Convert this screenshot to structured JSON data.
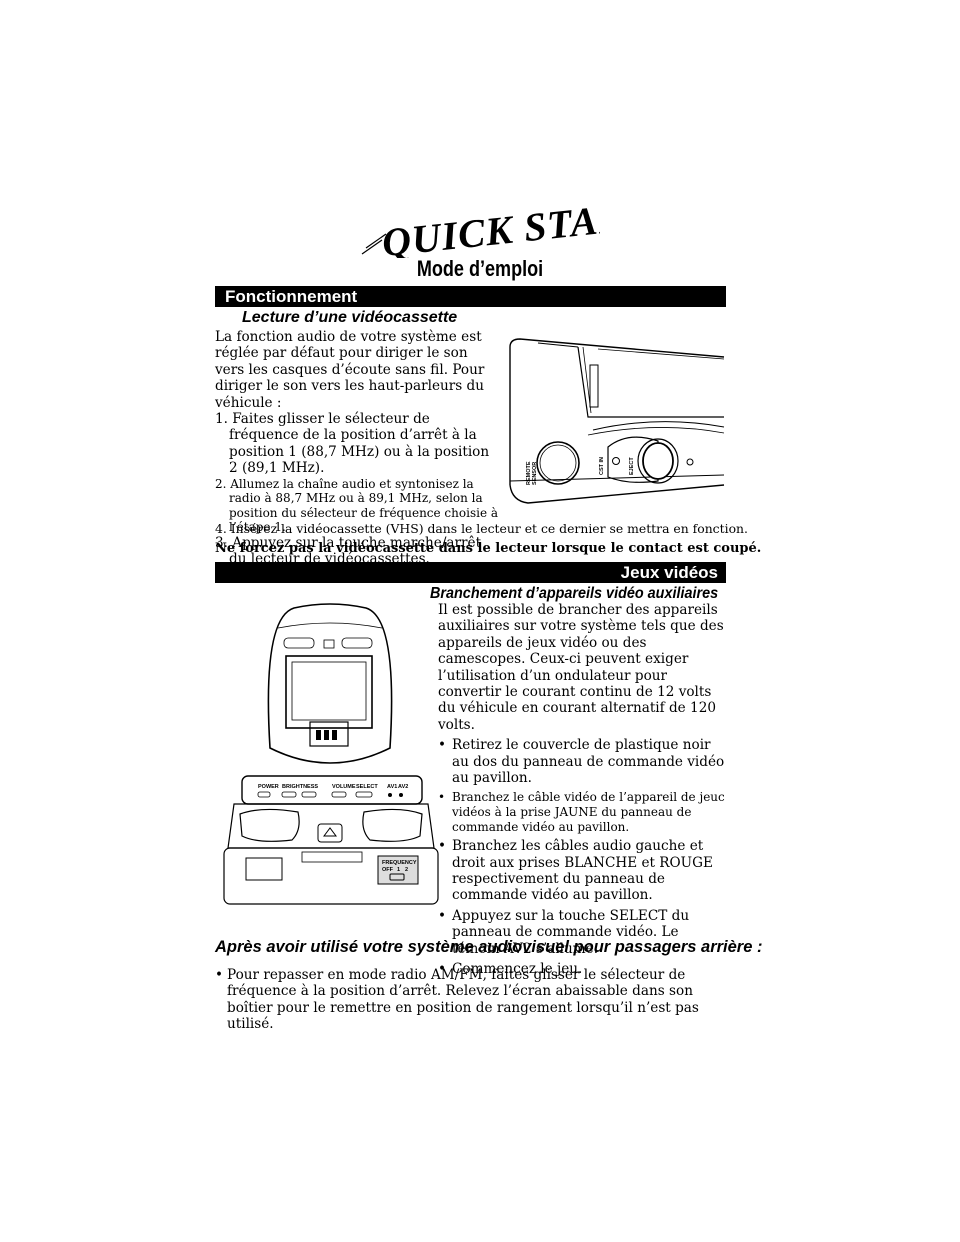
{
  "header": {
    "logo_text": "QUICK START",
    "title": "Mode d’emploi"
  },
  "section_operation": {
    "bar_label": "Fonctionnement",
    "subheading": "Lecture d’une vidéocassette",
    "intro": "La fonction audio de votre système est réglée par défaut pour diriger le son vers les casques d’écoute sans fil. Pour diriger le son vers les haut-parleurs du véhicule :",
    "steps": [
      "1. Faites glisser le sélecteur de fréquence de la position d’arrêt à la position 1 (88,7 MHz) ou à la position 2 (89,1 MHz).",
      "2. Allumez la chaîne audio et syntonisez la radio à 88,7 MHz ou à 89,1 MHz, selon la position du sélecteur de fréquence choisie à l’étape 1.",
      "3. Appuyez sur la touche marche/arrêt du lecteur de vidéocassettes.",
      "4. Insérez la vidéocassette (VHS) dans le lecteur et ce dernier se mettra en fonction."
    ],
    "warning": "Ne forcez pas la vidéocassette dans le lecteur lorsque le contact est coupé."
  },
  "vcr_figure": {
    "labels": [
      "REMOTE SENSOR",
      "CST IN",
      "EJECT"
    ]
  },
  "section_games": {
    "bar_label": "Jeux vidéos",
    "subheading": "Branchement d’appareils vidéo auxiliaires",
    "intro": "Il est possible de brancher des appareils auxiliaires sur votre système tels que des appareils de jeux vidéo ou des camescopes. Ceux-ci peuvent exiger l’utilisation d’un ondulateur pour convertir le courant continu de 12 volts du véhicule en courant alternatif de 120 volts.",
    "bullets": [
      "Retirez le couvercle de plastique noir au dos du panneau de commande vidéo au pavillon.",
      "Branchez le câble vidéo de l’appareil de jeuc vidéos à la prise JAUNE du panneau de commande vidéo au pavillon.",
      "Branchez les câbles audio gauche et droit aux prises BLANCHE et ROUGE respectivement du panneau de commande vidéo au pavillon.",
      "Appuyez sur la touche SELECT du panneau de commande vidéo. Le témoin AV2 s’allume.",
      "Commencez le jeu."
    ]
  },
  "control_figure": {
    "labels": [
      "POWER",
      "BRIGHTNESS",
      "VOLUME",
      "SELECT",
      "AV1",
      "AV2",
      "FREQUENCY",
      "OFF",
      "1",
      "2"
    ]
  },
  "after_use": {
    "heading": "Après avoir utilisé votre système audiovisuel pour passagers arrière :",
    "bullets": [
      "Pour repasser en mode radio AM/FM, faites glisser le sélecteur de fréquence à la position d’arrêt. Relevez l’écran abaissable dans son boîtier pour le remettre en position de rangement lorsqu’il n’est pas utilisé."
    ]
  }
}
